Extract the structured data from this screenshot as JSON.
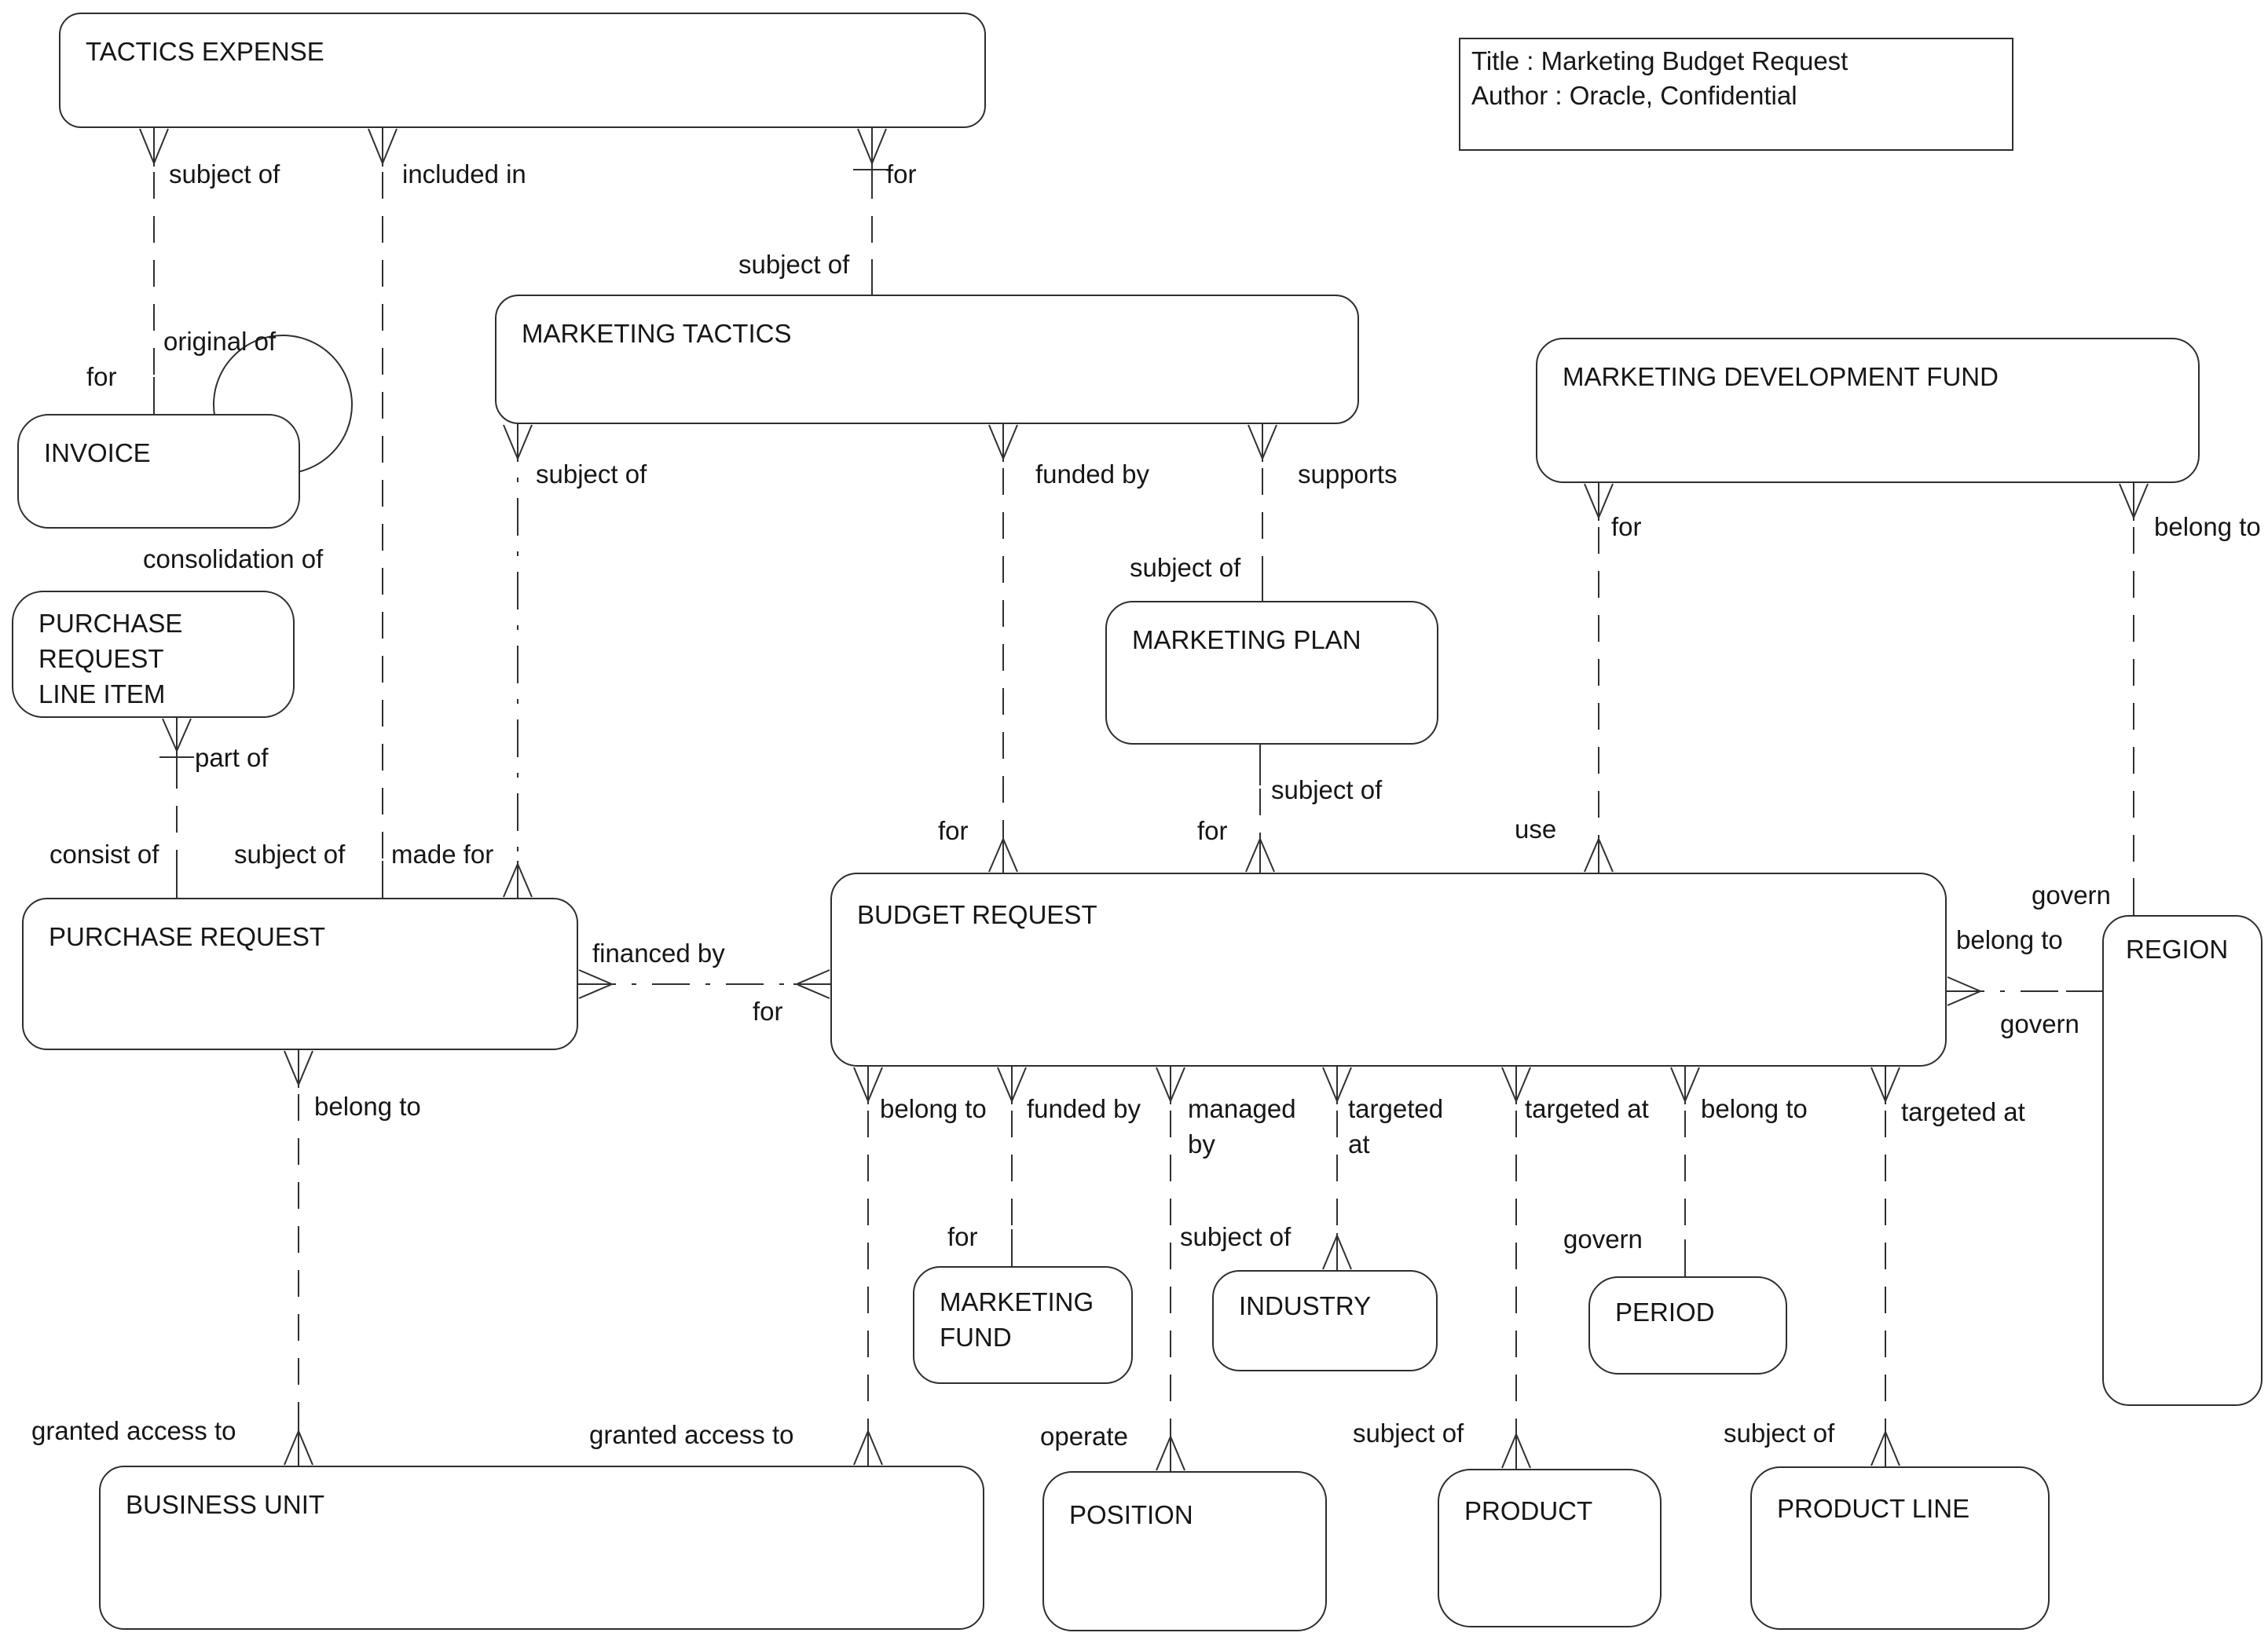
{
  "title_box": {
    "title_line": "Title : Marketing Budget Request",
    "author_line": "Author : Oracle, Confidential"
  },
  "entities": [
    {
      "id": "tactics-expense",
      "name": "TACTICS EXPENSE"
    },
    {
      "id": "invoice",
      "name": "INVOICE"
    },
    {
      "id": "purchase-request-line-item",
      "name": "PURCHASE REQUEST LINE ITEM"
    },
    {
      "id": "marketing-tactics",
      "name": "MARKETING TACTICS"
    },
    {
      "id": "marketing-development-fund",
      "name": "MARKETING DEVELOPMENT FUND"
    },
    {
      "id": "marketing-plan",
      "name": "MARKETING PLAN"
    },
    {
      "id": "purchase-request",
      "name": "PURCHASE REQUEST"
    },
    {
      "id": "budget-request",
      "name": "BUDGET REQUEST"
    },
    {
      "id": "region",
      "name": "REGION"
    },
    {
      "id": "marketing-fund",
      "name": "MARKETING FUND"
    },
    {
      "id": "industry",
      "name": "INDUSTRY"
    },
    {
      "id": "period",
      "name": "PERIOD"
    },
    {
      "id": "business-unit",
      "name": "BUSINESS UNIT"
    },
    {
      "id": "position",
      "name": "POSITION"
    },
    {
      "id": "product",
      "name": "PRODUCT"
    },
    {
      "id": "product-line",
      "name": "PRODUCT LINE"
    }
  ],
  "labels": [
    {
      "text": "subject of"
    },
    {
      "text": "for"
    },
    {
      "text": "included in"
    },
    {
      "text": "subject of"
    },
    {
      "text": "for"
    },
    {
      "text": "subject of"
    },
    {
      "text": "original of"
    },
    {
      "text": "consolidation of"
    },
    {
      "text": "part of"
    },
    {
      "text": "consist of"
    },
    {
      "text": "subject of"
    },
    {
      "text": "made for"
    },
    {
      "text": "funded by"
    },
    {
      "text": "for"
    },
    {
      "text": "supports"
    },
    {
      "text": "subject of"
    },
    {
      "text": "subject of"
    },
    {
      "text": "for"
    },
    {
      "text": "for"
    },
    {
      "text": "use"
    },
    {
      "text": "belong to"
    },
    {
      "text": "govern"
    },
    {
      "text": "financed by"
    },
    {
      "text": "for"
    },
    {
      "text": "belong to"
    },
    {
      "text": "govern"
    },
    {
      "text": "belong to"
    },
    {
      "text": "granted access to"
    },
    {
      "text": "belong to"
    },
    {
      "text": "granted access to"
    },
    {
      "text": "funded by"
    },
    {
      "text": "for"
    },
    {
      "text": "managed by"
    },
    {
      "text": "operate"
    },
    {
      "text": "targeted at"
    },
    {
      "text": "subject of"
    },
    {
      "text": "targeted at"
    },
    {
      "text": "subject of"
    },
    {
      "text": "belong to"
    },
    {
      "text": "govern"
    },
    {
      "text": "targeted at"
    },
    {
      "text": "subject of"
    }
  ]
}
